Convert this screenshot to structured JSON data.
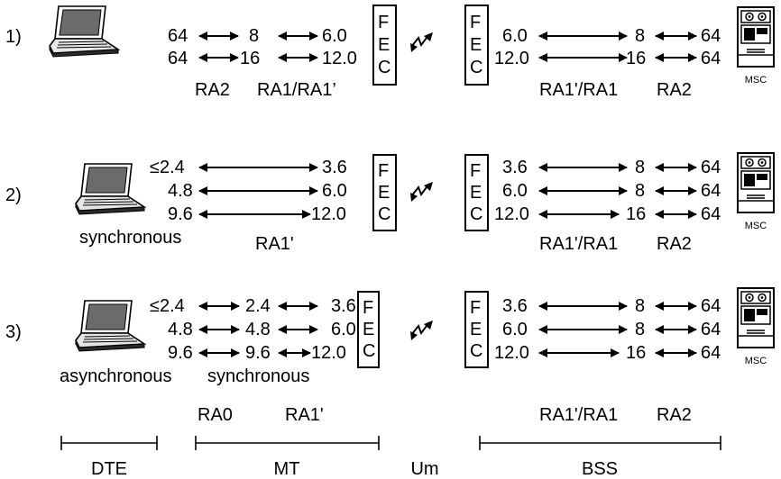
{
  "rows": [
    {
      "number": "1)",
      "dte_label": "",
      "mt_label": "",
      "dte_values": [
        "64",
        "64"
      ],
      "mt_values": [
        "8",
        "16"
      ],
      "air_values": [
        "6.0",
        "12.0"
      ],
      "bss_left_values": [
        "6.0",
        "12.0"
      ],
      "bss_mid_values": [
        "8",
        "16"
      ],
      "bss_right_values": [
        "64",
        "64"
      ],
      "ra_left": [
        "RA2",
        "RA1/RA1’"
      ],
      "ra_right": [
        "RA1'/RA1",
        "RA2"
      ]
    },
    {
      "number": "2)",
      "dte_label": "synchronous",
      "mt_label": "",
      "dte_values": [
        "≤2.4",
        "4.8",
        "9.6"
      ],
      "air_values": [
        "3.6",
        "6.0",
        "12.0"
      ],
      "bss_left_values": [
        "3.6",
        "6.0",
        "12.0"
      ],
      "bss_mid_values": [
        "8",
        "8",
        "16"
      ],
      "bss_right_values": [
        "64",
        "64",
        "64"
      ],
      "ra_left": [
        "RA1'"
      ],
      "ra_right": [
        "RA1'/RA1",
        "RA2"
      ]
    },
    {
      "number": "3)",
      "dte_label": "asynchronous",
      "mt_label": "synchronous",
      "dte_values": [
        "≤2.4",
        "4.8",
        "9.6"
      ],
      "mt_values": [
        "2.4",
        "4.8",
        "9.6"
      ],
      "air_values": [
        "3.6",
        "6.0",
        "12.0"
      ],
      "bss_left_values": [
        "3.6",
        "6.0",
        "12.0"
      ],
      "bss_mid_values": [
        "8",
        "8",
        "16"
      ],
      "bss_right_values": [
        "64",
        "64",
        "64"
      ],
      "ra_left": [
        "RA0",
        "RA1'"
      ],
      "ra_right": [
        "RA1'/RA1",
        "RA2"
      ]
    }
  ],
  "fec_letters": [
    "F",
    "E",
    "C"
  ],
  "msc_label": "MSC",
  "segments": [
    "DTE",
    "MT",
    "Um",
    "BSS"
  ]
}
